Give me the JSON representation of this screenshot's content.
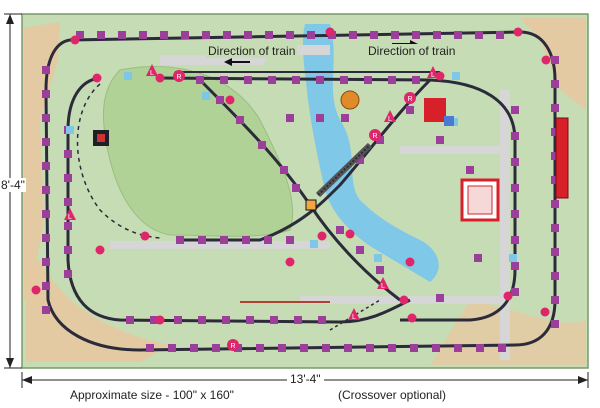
{
  "labels": {
    "direction_left": "Direction of train",
    "direction_right": "Direction of train",
    "height_dim": "8'-4\"",
    "width_dim": "13'-4\"",
    "size_caption": "Approximate size - 100\" x 160\"",
    "crossover_note": "(Crossover optional)"
  },
  "switch_letters": {
    "left": "L",
    "right": "R"
  },
  "legend_colors": {
    "board": "#c8ddb5",
    "table": "#a9cf8f",
    "track": "#2b2b3a",
    "tie_square": "#9b3f9a",
    "switch_stand": "#e0266a",
    "water": "#7fc7e6",
    "road": "#d9d9d9",
    "sand": "#e7c9a3",
    "crossing": "#f2a541",
    "building_red": "#d8202a"
  }
}
